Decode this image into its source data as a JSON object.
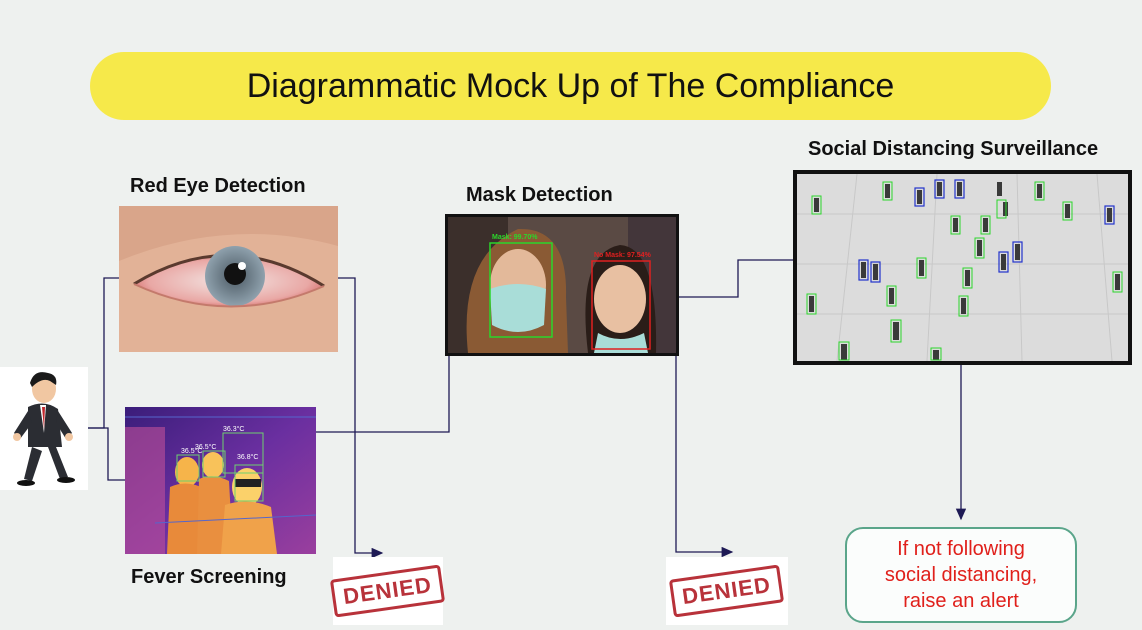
{
  "title": "Diagrammatic Mock Up of The Compliance",
  "labels": {
    "red_eye": "Red Eye Detection",
    "fever": "Fever Screening",
    "mask": "Mask Detection",
    "social": "Social Distancing Surveillance"
  },
  "thermal_temps": [
    "36.3°C",
    "36.5°C",
    "36.5°C",
    "36.8°C"
  ],
  "mask_tags": [
    "Mask: 99.70%",
    "No Mask: 97.54%"
  ],
  "stamps": {
    "left": "DENIED",
    "right": "DENIED"
  },
  "alert": {
    "line1": "If not following",
    "line2": "social distancing,",
    "line3": "raise an alert"
  },
  "colors": {
    "banner": "#f6e94a",
    "alert_border": "#5aa58a",
    "alert_text": "#e0201b",
    "connector": "#1e1a55",
    "stamp": "#b8323a"
  }
}
